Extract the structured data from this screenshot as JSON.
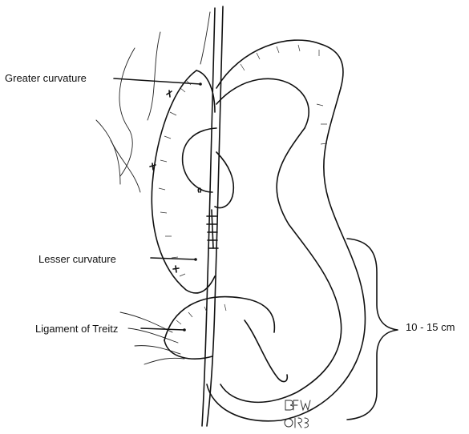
{
  "labels": {
    "greater_curvature": "Greater curvature",
    "lesser_curvature": "Lesser curvature",
    "ligament_of_treitz": "Ligament of Treitz",
    "length_range": "10 - 15 cm"
  },
  "signature": "BFW ©1993",
  "colors": {
    "ink": "#111111",
    "background": "#ffffff"
  }
}
